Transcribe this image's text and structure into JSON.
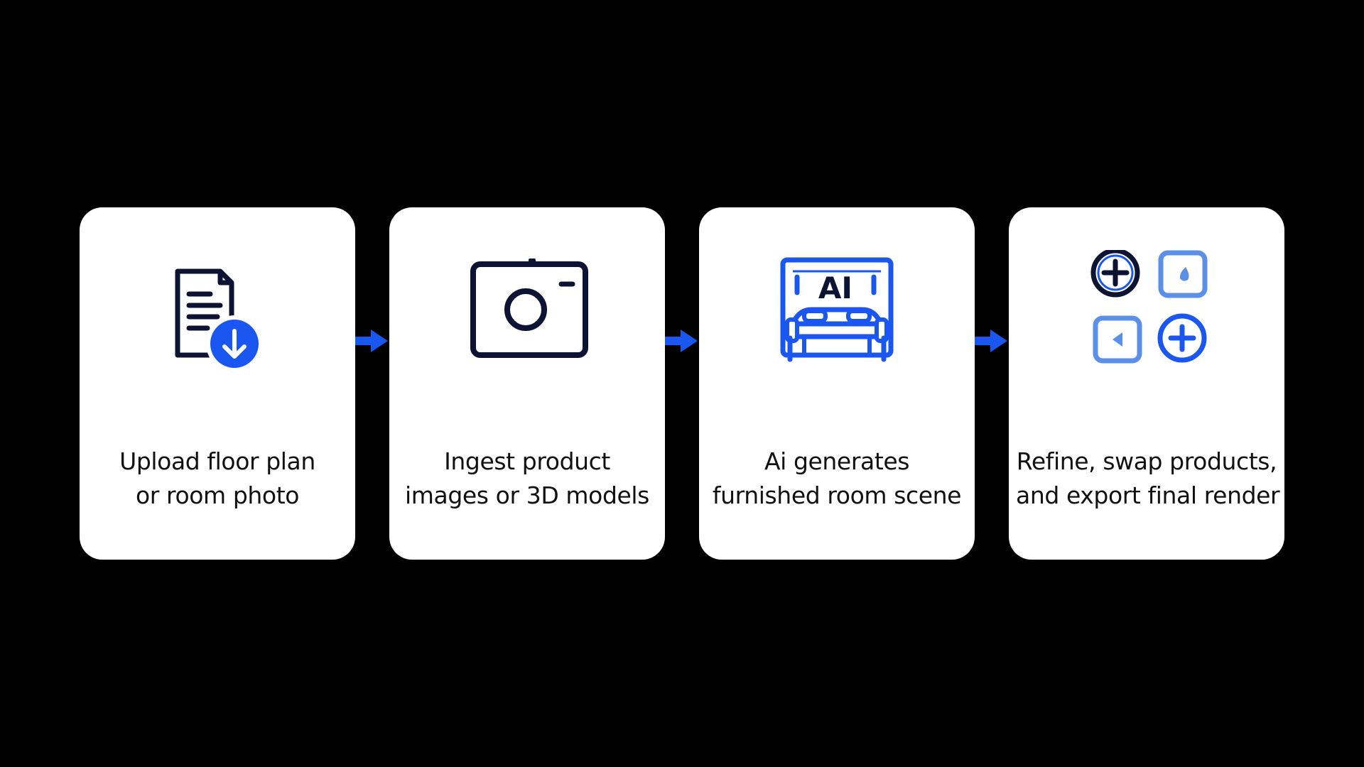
{
  "accent_color": "#1a56f0",
  "light_accent_color": "#5b8fe8",
  "ink_color": "#0d1433",
  "steps": [
    {
      "icon": "document-download-icon",
      "line1": "Upload floor plan",
      "line2": "or room photo"
    },
    {
      "icon": "camera-icon",
      "line1": "Ingest product",
      "line2": "images or 3D models"
    },
    {
      "icon": "ai-bed-icon",
      "icon_text": "AI",
      "line1": "Ai generates",
      "line2": "furnished room scene"
    },
    {
      "icon": "edit-grid-icon",
      "line1": "Refine, swap products,",
      "line2": "and export final render"
    }
  ],
  "connectors": [
    "arrow-right-icon",
    "arrow-right-icon",
    "arrow-right-icon"
  ]
}
